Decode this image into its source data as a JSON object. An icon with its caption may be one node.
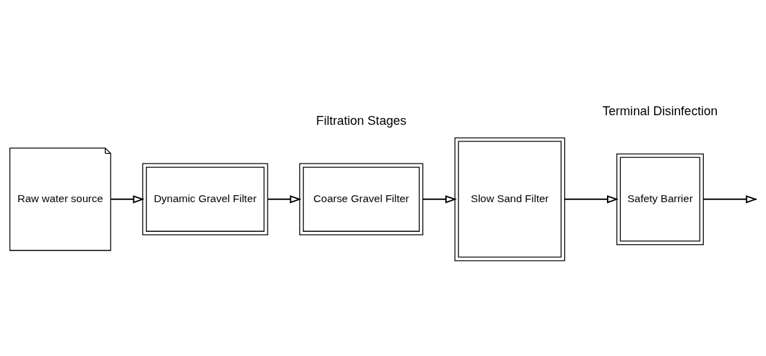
{
  "diagram": {
    "nodes": [
      {
        "text": [
          "Raw water source"
        ]
      },
      {
        "text": [
          "Dynamic Gravel Filter"
        ]
      },
      {
        "text": [
          "Coarse Gravel Filter"
        ]
      },
      {
        "text": [
          "Slow Sand Filter"
        ]
      },
      {
        "text": [
          "Safety Barrier"
        ]
      }
    ],
    "edges": [
      {
        "from": 0,
        "to": 1,
        "arrow": "to"
      },
      {
        "from": 1,
        "to": 2,
        "arrow": "to"
      },
      {
        "from": 2,
        "to": 3,
        "arrow": "to"
      },
      {
        "from": 3,
        "to": 4,
        "arrow": "to"
      },
      {
        "from": 4,
        "to": null,
        "arrow": "to"
      }
    ],
    "labels": [
      "Filtration Stages",
      "Terminal Disinfection"
    ]
  }
}
